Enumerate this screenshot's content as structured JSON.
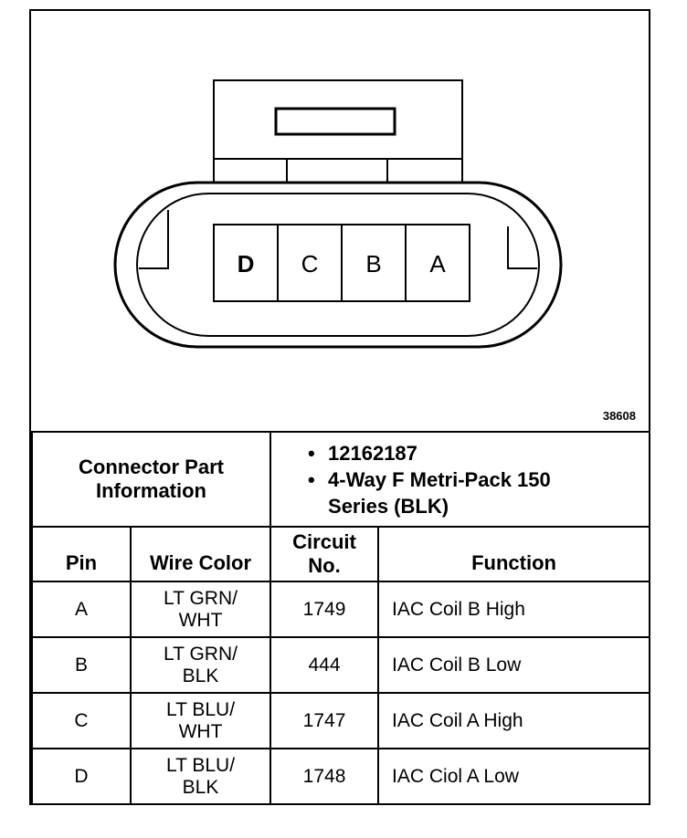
{
  "figure_id": "38608",
  "connector": {
    "pins": [
      "D",
      "C",
      "B",
      "A"
    ]
  },
  "part_info": {
    "label_line1": "Connector Part",
    "label_line2": "Information",
    "items": [
      {
        "text": "12162187"
      },
      {
        "text_line1": "4-Way F Metri-Pack 150",
        "text_line2": "Series (BLK)"
      }
    ]
  },
  "table": {
    "headers": {
      "pin": "Pin",
      "wire_color": "Wire Color",
      "circuit_line1": "Circuit",
      "circuit_line2": "No.",
      "function": "Function"
    },
    "rows": [
      {
        "pin": "A",
        "wire1": "LT GRN/",
        "wire2": "WHT",
        "circuit": "1749",
        "function": "IAC Coil B High"
      },
      {
        "pin": "B",
        "wire1": "LT GRN/",
        "wire2": "BLK",
        "circuit": "444",
        "function": "IAC Coil B Low"
      },
      {
        "pin": "C",
        "wire1": "LT BLU/",
        "wire2": "WHT",
        "circuit": "1747",
        "function": "IAC Coil A High"
      },
      {
        "pin": "D",
        "wire1": "LT BLU/",
        "wire2": "BLK",
        "circuit": "1748",
        "function": "IAC Ciol A Low"
      }
    ]
  },
  "bullet_symbol": "•"
}
